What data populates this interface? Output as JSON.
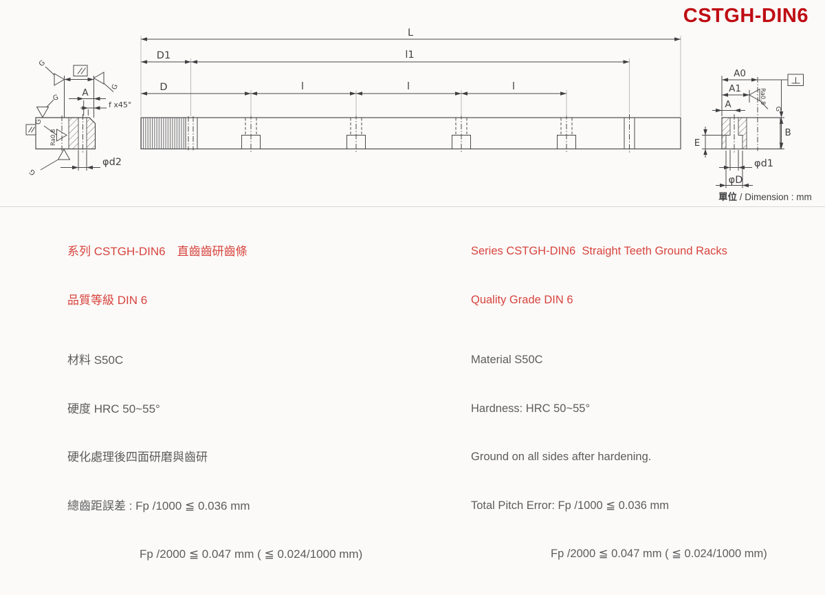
{
  "title": "CSTGH-DIN6",
  "colors": {
    "accent_red": "#bf0c13",
    "series_red": "#d8433e",
    "body_text": "#5c5c5e",
    "drawing_line": "#48484a"
  },
  "drawing": {
    "unit_label_cjk": "單位",
    "unit_label_rest": " / Dimension : mm",
    "dim_labels": {
      "L": "L",
      "D1": "D1",
      "l1": "l1",
      "D": "D",
      "l": "l",
      "A": "A",
      "A0": "A0",
      "A1": "A1",
      "B": "B",
      "E": "E",
      "d1": "φd1",
      "d2": "φd2",
      "Dc": "φD",
      "chamfer": "f x45°",
      "roughness": "Ra0.8",
      "ground": "G"
    },
    "symbols": {
      "parallelism": "parallelism-frame",
      "perpendicularity": "perpendicularity-frame"
    }
  },
  "info_cn": {
    "series_line": "系列 CSTGH-DIN6　直齒齒研齒條",
    "grade_line": "品質等級 DIN 6",
    "material": "材料 S50C",
    "hardness": "硬度 HRC 50~55°",
    "process": "硬化處理後四面研磨與齒研",
    "pitch_error": "總齒距誤差 : Fp /1000 ≦ 0.036 mm",
    "pitch_error2": "Fp /2000 ≦ 0.047 mm ( ≦ 0.024/1000 mm)"
  },
  "info_en": {
    "series_line": "Series CSTGH-DIN6  Straight Teeth Ground Racks",
    "grade_line": "Quality Grade DIN 6",
    "material": "Material S50C",
    "hardness": "Hardness: HRC 50~55°",
    "process": "Ground on all sides after hardening.",
    "pitch_error": "Total Pitch Error: Fp /1000 ≦ 0.036 mm",
    "pitch_error2": "Fp /2000 ≦ 0.047 mm ( ≦ 0.024/1000 mm)"
  }
}
